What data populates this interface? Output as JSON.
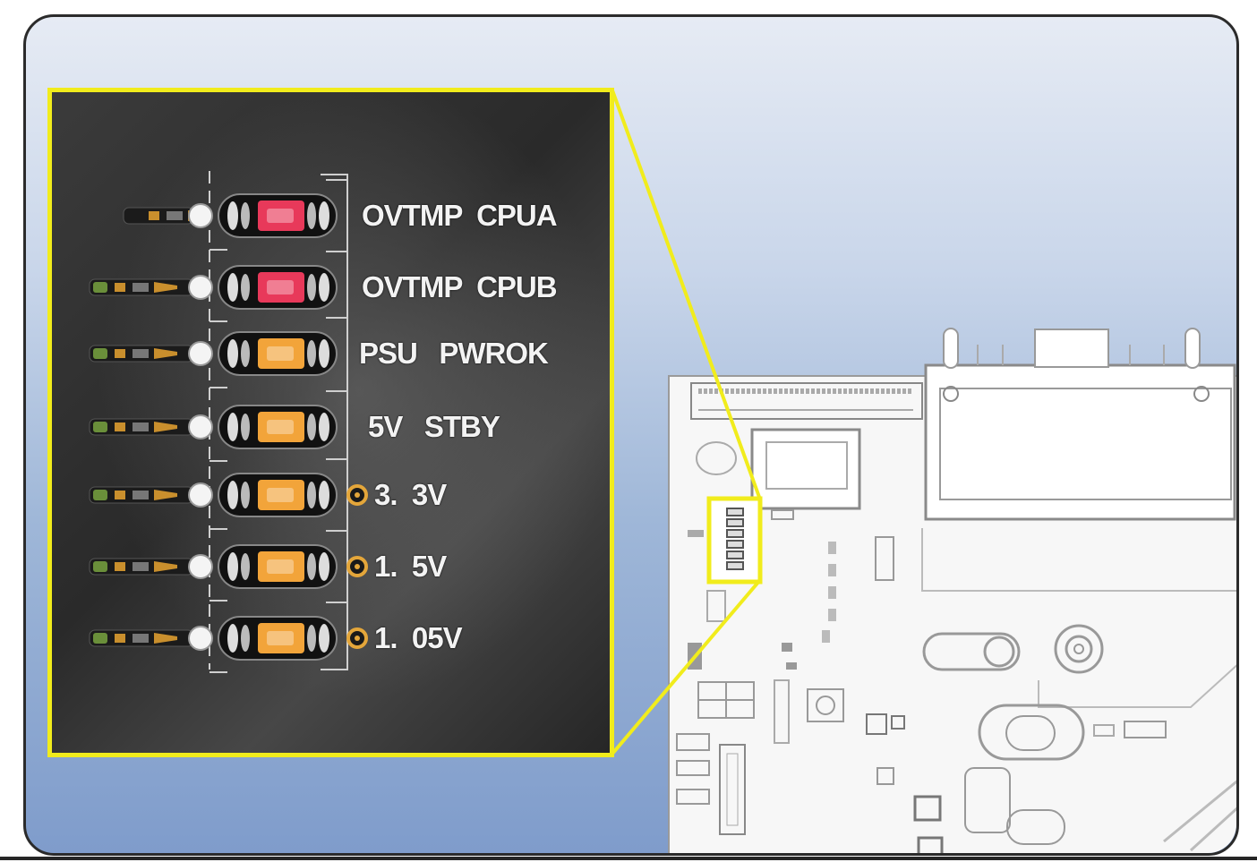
{
  "panel": {
    "leds": [
      {
        "label": "OVTMP  CPUA",
        "color": "#e8395a",
        "short_wire": true,
        "ring": false
      },
      {
        "label": "OVTMP  CPUB",
        "color": "#e8395a",
        "short_wire": false,
        "ring": false
      },
      {
        "label": "PSU   PWROK",
        "color": "#f2a43a",
        "short_wire": false,
        "ring": false
      },
      {
        "label": "5V   STBY",
        "color": "#f2a43a",
        "short_wire": false,
        "ring": false
      },
      {
        "label": "3.  3V",
        "color": "#f2a43a",
        "short_wire": false,
        "ring": true
      },
      {
        "label": "1.  5V",
        "color": "#f2a43a",
        "short_wire": false,
        "ring": true
      },
      {
        "label": "1.  05V",
        "color": "#f2a43a",
        "short_wire": false,
        "ring": true
      }
    ]
  },
  "colors": {
    "highlight": "#f1ec1c",
    "panel_bg": "#2e2e2e",
    "board_line": "#9a9a9a"
  }
}
